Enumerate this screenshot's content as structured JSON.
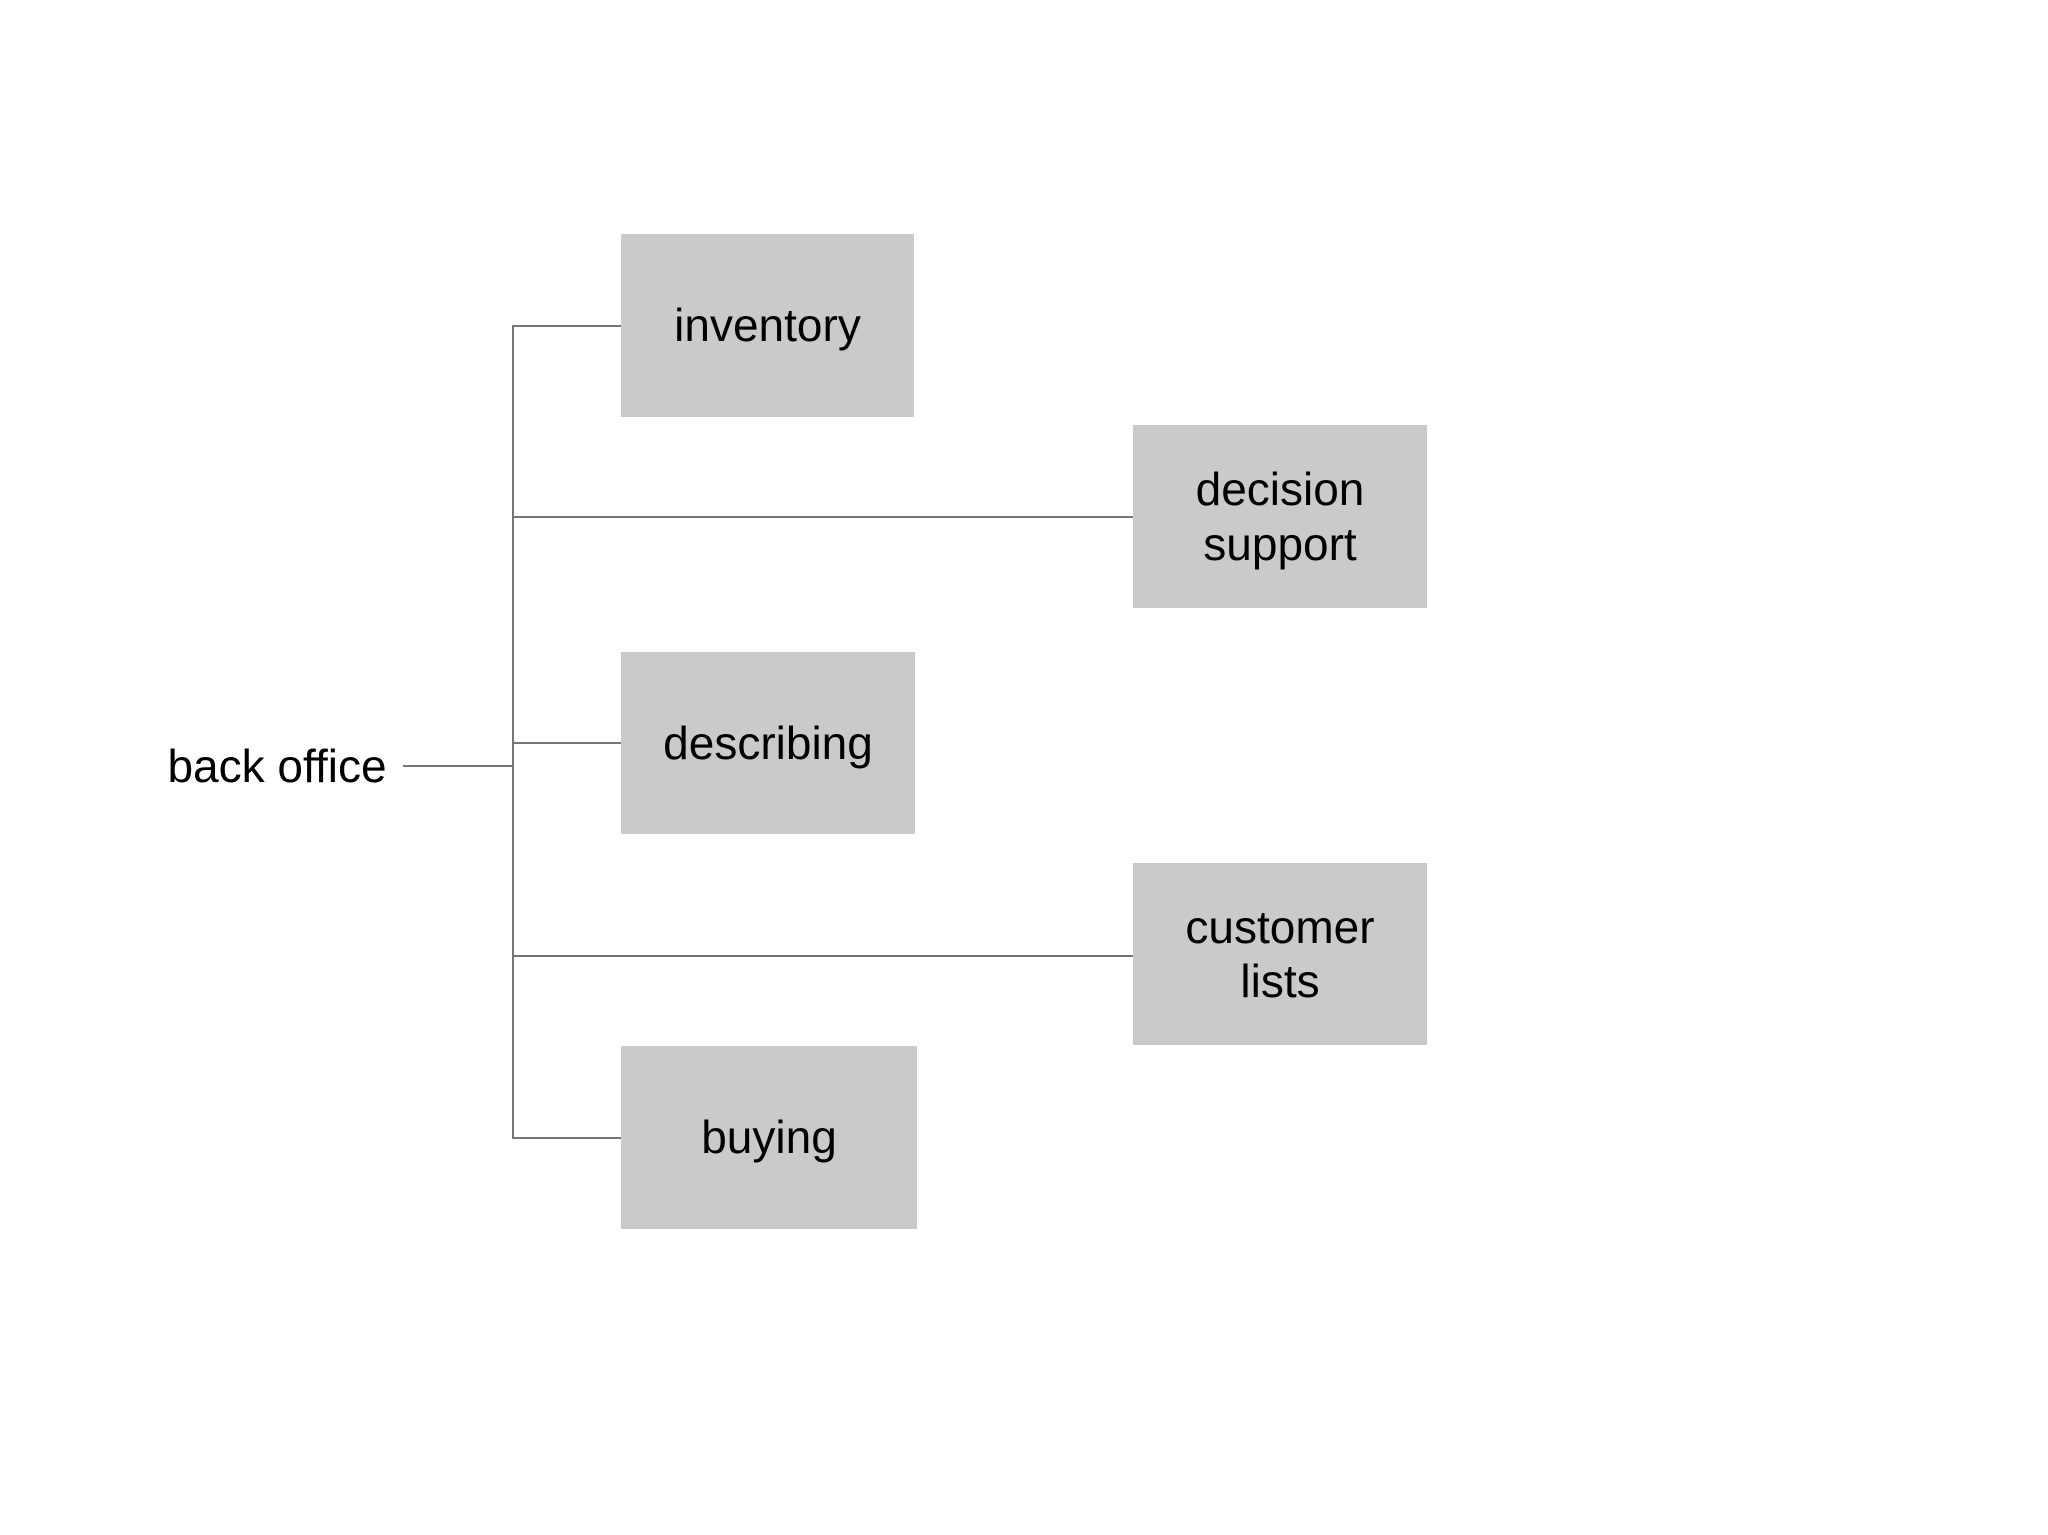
{
  "diagram": {
    "type": "tree",
    "root": {
      "label": "back office"
    },
    "nodes": [
      {
        "label": "inventory"
      },
      {
        "label": "decision\nsupport"
      },
      {
        "label": "describing"
      },
      {
        "label": "customer\nlists"
      },
      {
        "label": "buying"
      }
    ],
    "colors": {
      "background": "#ffffff",
      "node_fill": "#cacaca",
      "edge": "#757575",
      "text": "#000000"
    }
  }
}
